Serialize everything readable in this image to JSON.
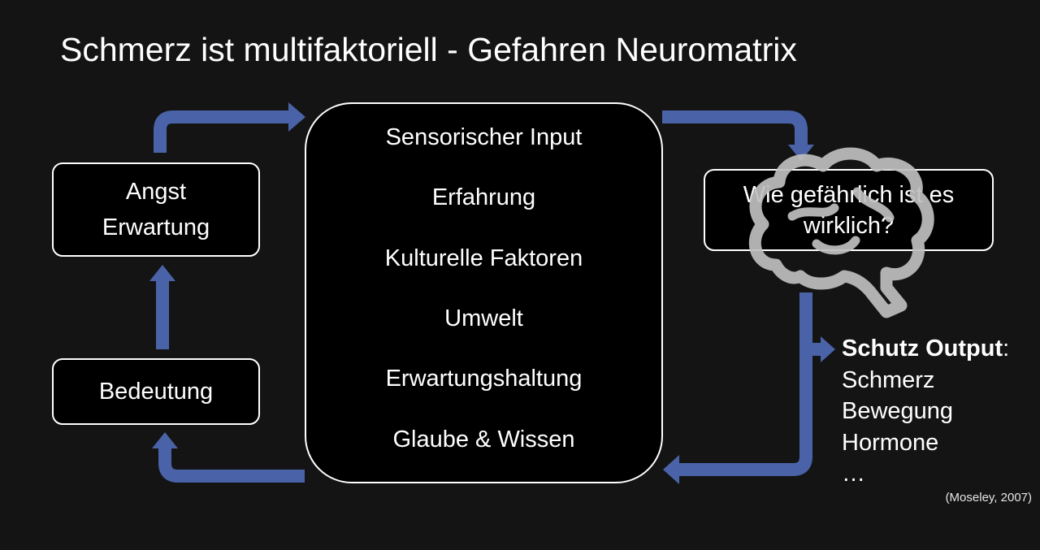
{
  "title": "Schmerz ist multifaktoriell - Gefahren Neuromatrix",
  "left_boxes": {
    "angst": [
      "Angst",
      "Erwartung"
    ],
    "bedeutung": "Bedeutung"
  },
  "factors": [
    "Sensorischer Input",
    "Erfahrung",
    "Kulturelle Faktoren",
    "Umwelt",
    "Erwartungshaltung",
    "Glaube & Wissen"
  ],
  "question": [
    "Wie gefährlich ist es",
    "wirklich?"
  ],
  "output": {
    "heading": "Schutz Output",
    "colon": ":",
    "items": [
      "Schmerz",
      "Bewegung",
      "Hormone",
      "…"
    ]
  },
  "citation": "(Moseley, 2007)",
  "icons": [
    "brain-icon"
  ],
  "colors": {
    "background": "#141414",
    "arrow": "#4a63a8",
    "box_fill": "#000000",
    "box_border": "#ffffff",
    "brain": "#bfbfbf"
  }
}
